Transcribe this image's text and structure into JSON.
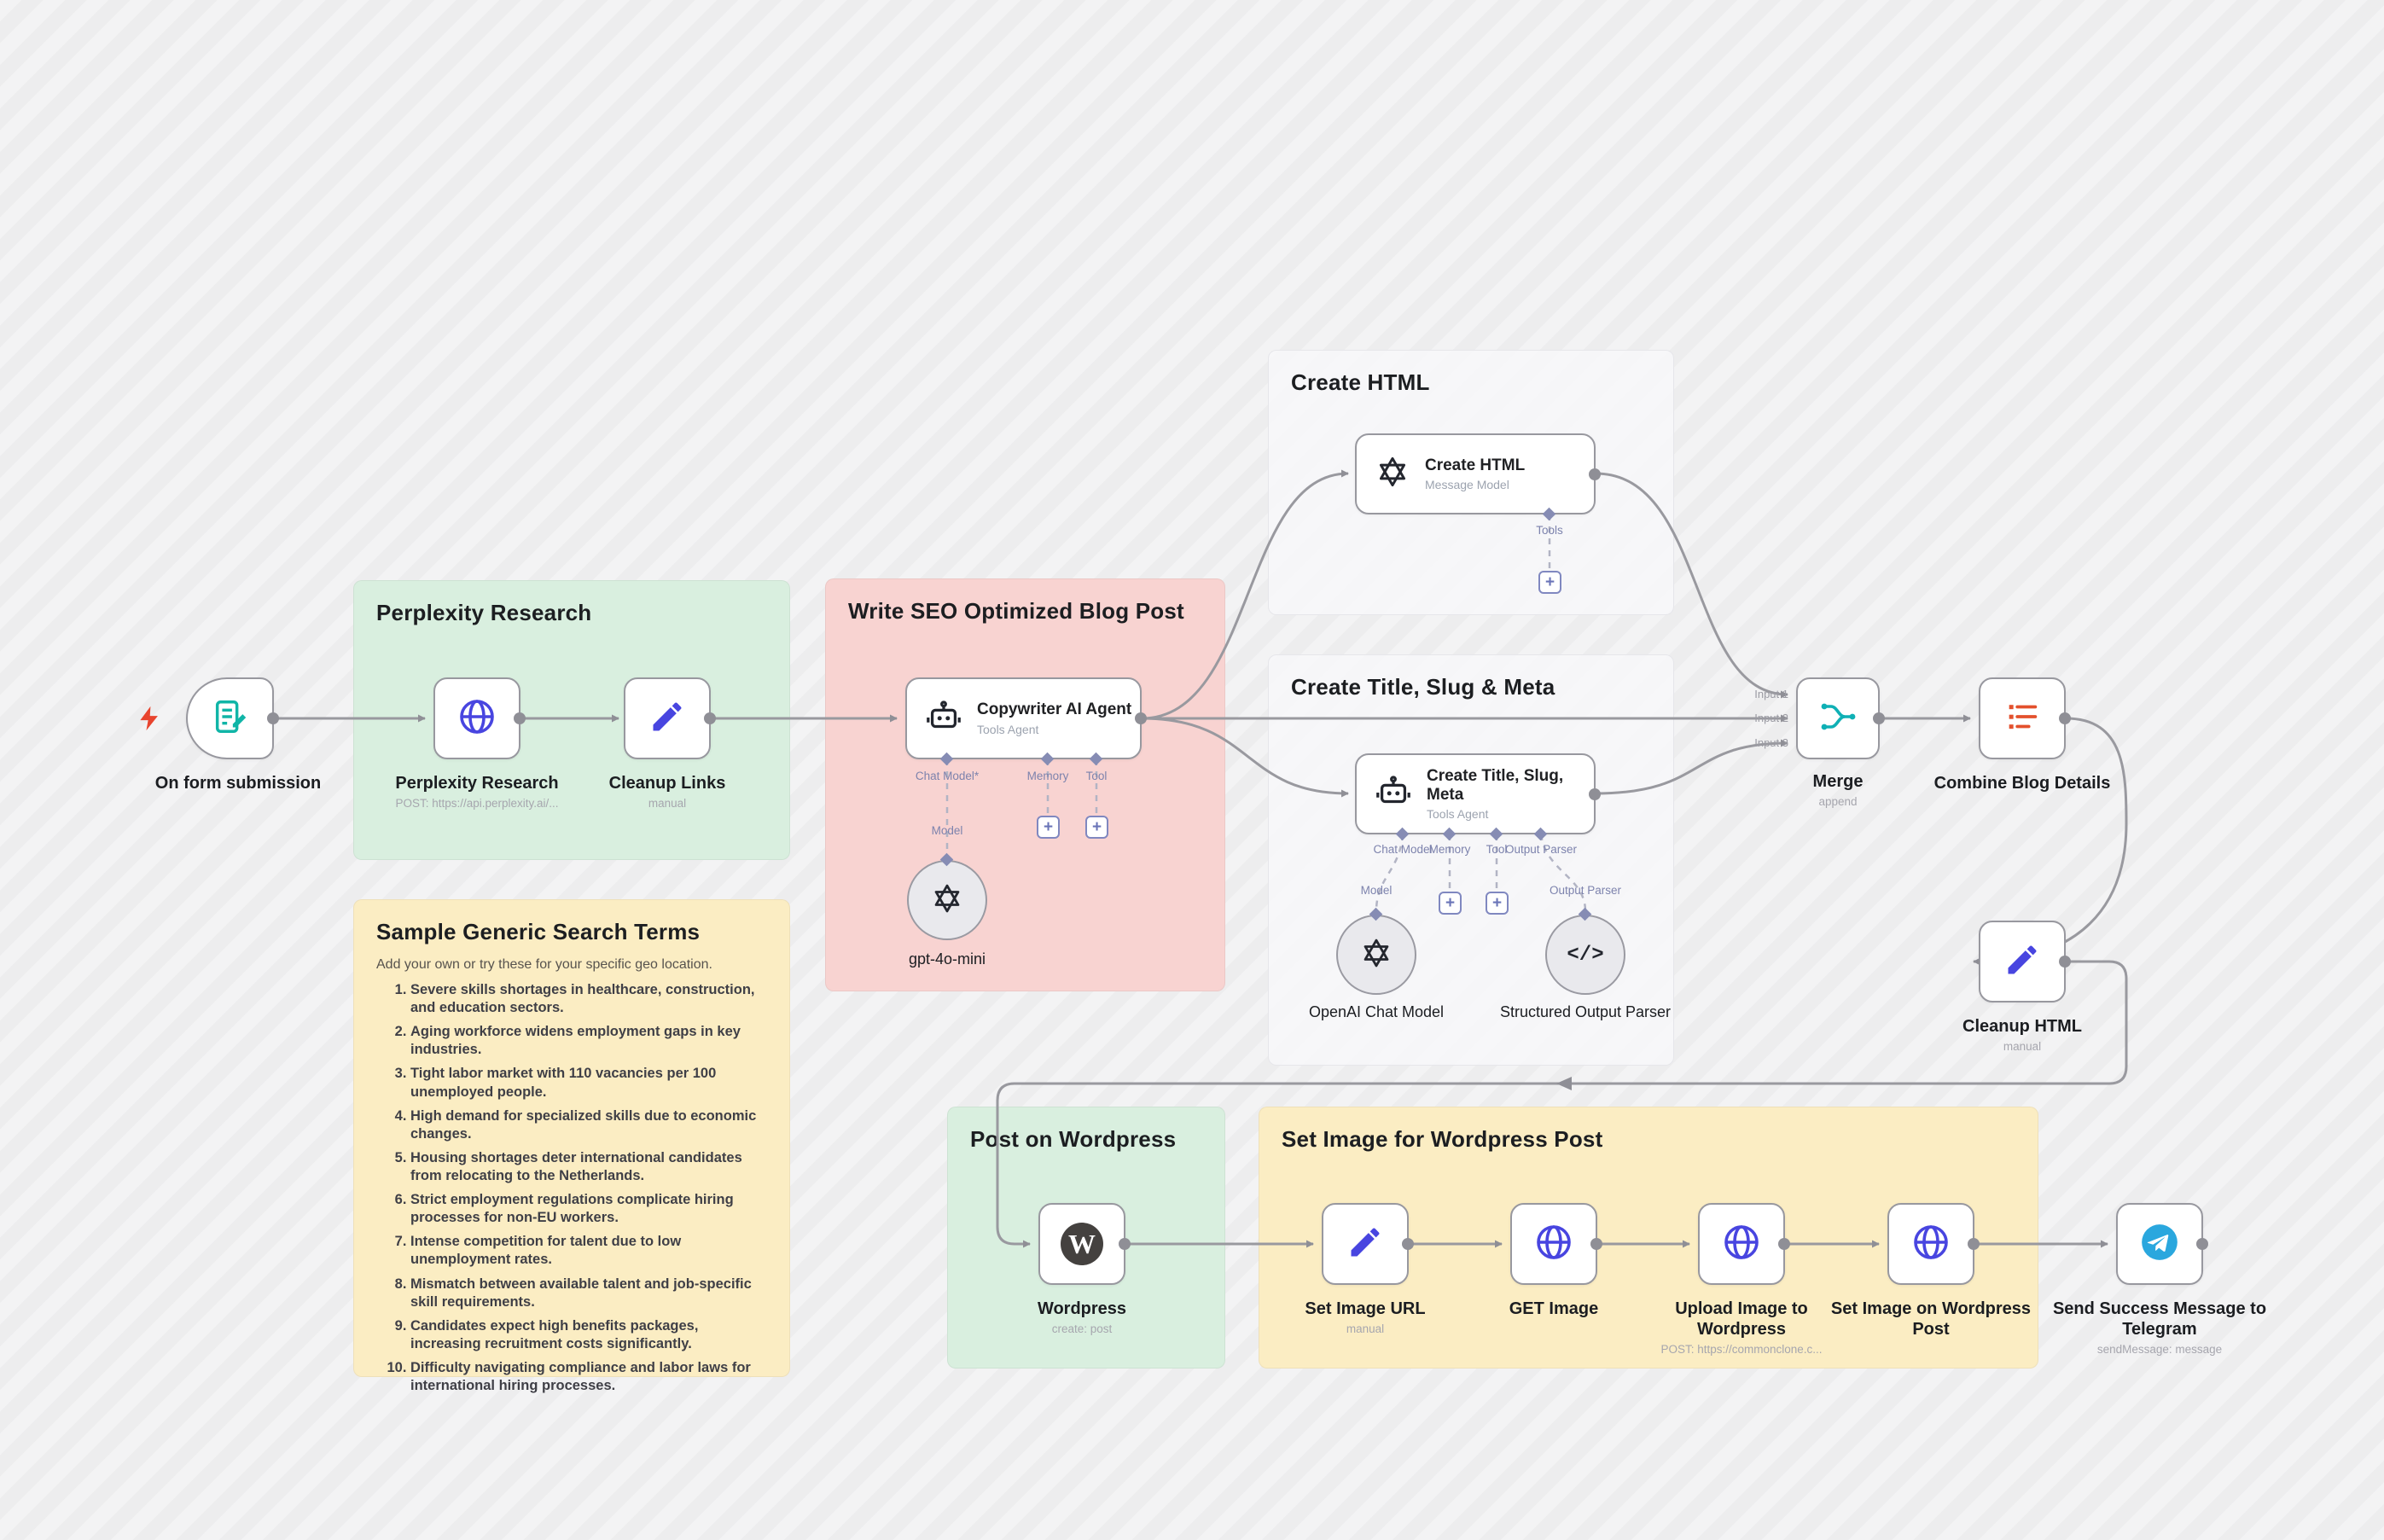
{
  "ui": {
    "plus": "+"
  },
  "icons": {
    "wordpress_glyph": "W",
    "code_glyph": "</>"
  },
  "colors": {
    "edge": "#99999f",
    "accent_blue": "#4845e0",
    "teal": "#0fb0b5",
    "red_orange": "#e3502c",
    "telegram": "#2AA7DE"
  },
  "sticky_notes": [
    {
      "title": "Perplexity Research",
      "color": "green"
    },
    {
      "title": "Sample Generic Search Terms",
      "color": "yellow",
      "subtitle": "Add your own or try these for your specific geo location.",
      "items": [
        "Severe skills shortages in healthcare, construction, and education sectors.",
        "Aging workforce widens employment gaps in key industries.",
        "Tight labor market with 110 vacancies per 100 unemployed people.",
        "High demand for specialized skills due to economic changes.",
        "Housing shortages deter international candidates from relocating to the Netherlands.",
        "Strict employment regulations complicate hiring processes for non-EU workers.",
        "Intense competition for talent due to low unemployment rates.",
        "Mismatch between available talent and job-specific skill requirements.",
        "Candidates expect high benefits packages, increasing recruitment costs significantly.",
        "Difficulty navigating compliance and labor laws for international hiring processes."
      ]
    },
    {
      "title": "Write SEO Optimized Blog Post",
      "color": "red"
    },
    {
      "title": "Create HTML",
      "color": "gray"
    },
    {
      "title": "Create Title, Slug & Meta",
      "color": "gray"
    },
    {
      "title": "Post on Wordpress",
      "color": "green"
    },
    {
      "title": "Set Image for Wordpress Post",
      "color": "yellow"
    }
  ],
  "nodes": [
    {
      "name": "On form submission",
      "sub": ""
    },
    {
      "name": "Perplexity Research",
      "sub": "POST: https://api.perplexity.ai/..."
    },
    {
      "name": "Cleanup Links",
      "sub": "manual"
    },
    {
      "name": "Copywriter AI Agent",
      "sub": "Tools Agent",
      "ports": [
        "Chat Model*",
        "Memory",
        "Tool"
      ]
    },
    {
      "name": "Create HTML",
      "sub": "Message Model",
      "ports": [
        "Tools"
      ]
    },
    {
      "name": "Create Title, Slug, Meta",
      "sub": "Tools Agent",
      "ports": [
        "Chat Model",
        "Memory",
        "Tool",
        "Output Parser"
      ]
    },
    {
      "name": "Merge",
      "sub": "append",
      "inputs": [
        "Input 1",
        "Input 2",
        "Input 3"
      ]
    },
    {
      "name": "Combine Blog Details",
      "sub": ""
    },
    {
      "name": "Cleanup HTML",
      "sub": "manual"
    },
    {
      "name": "Wordpress",
      "sub": "create: post"
    },
    {
      "name": "Set Image URL",
      "sub": "manual"
    },
    {
      "name": "GET Image",
      "sub": ""
    },
    {
      "name": "Upload Image to Wordpress",
      "sub": "POST: https://commonclone.c..."
    },
    {
      "name": "Set Image on Wordpress Post",
      "sub": ""
    },
    {
      "name": "Send Success Message to Telegram",
      "sub": "sendMessage: message"
    }
  ],
  "sub_nodes": [
    {
      "name": "gpt-4o-mini",
      "port_label": "Model"
    },
    {
      "name": "OpenAI Chat Model",
      "port_label": "Model"
    },
    {
      "name": "Structured Output Parser",
      "port_label": "Output Parser"
    }
  ]
}
